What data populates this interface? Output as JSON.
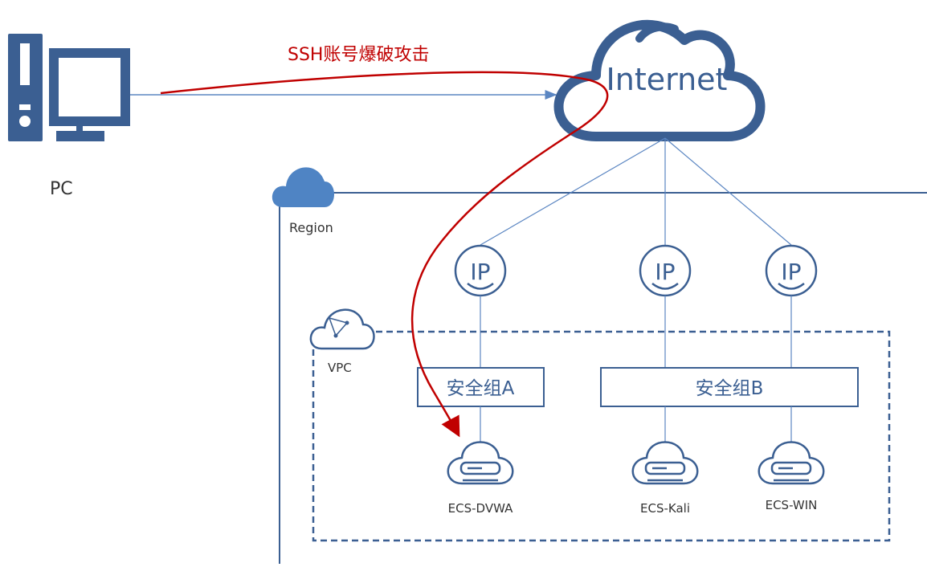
{
  "attack_label": "SSH账号爆破攻击",
  "internet_label": "Internet",
  "pc_label": "PC",
  "region_label": "Region",
  "vpc_label": "VPC",
  "ip_label": "IP",
  "security_groups": {
    "a": "安全组A",
    "b": "安全组B"
  },
  "servers": {
    "dvwa": "ECS-DVWA",
    "kali": "ECS-Kali",
    "win": "ECS-WIN"
  },
  "colors": {
    "primary": "#3b5f92",
    "line": "#5b86c2",
    "region_cloud": "#4f84c4",
    "attack": "#c00000",
    "text": "#333333"
  }
}
